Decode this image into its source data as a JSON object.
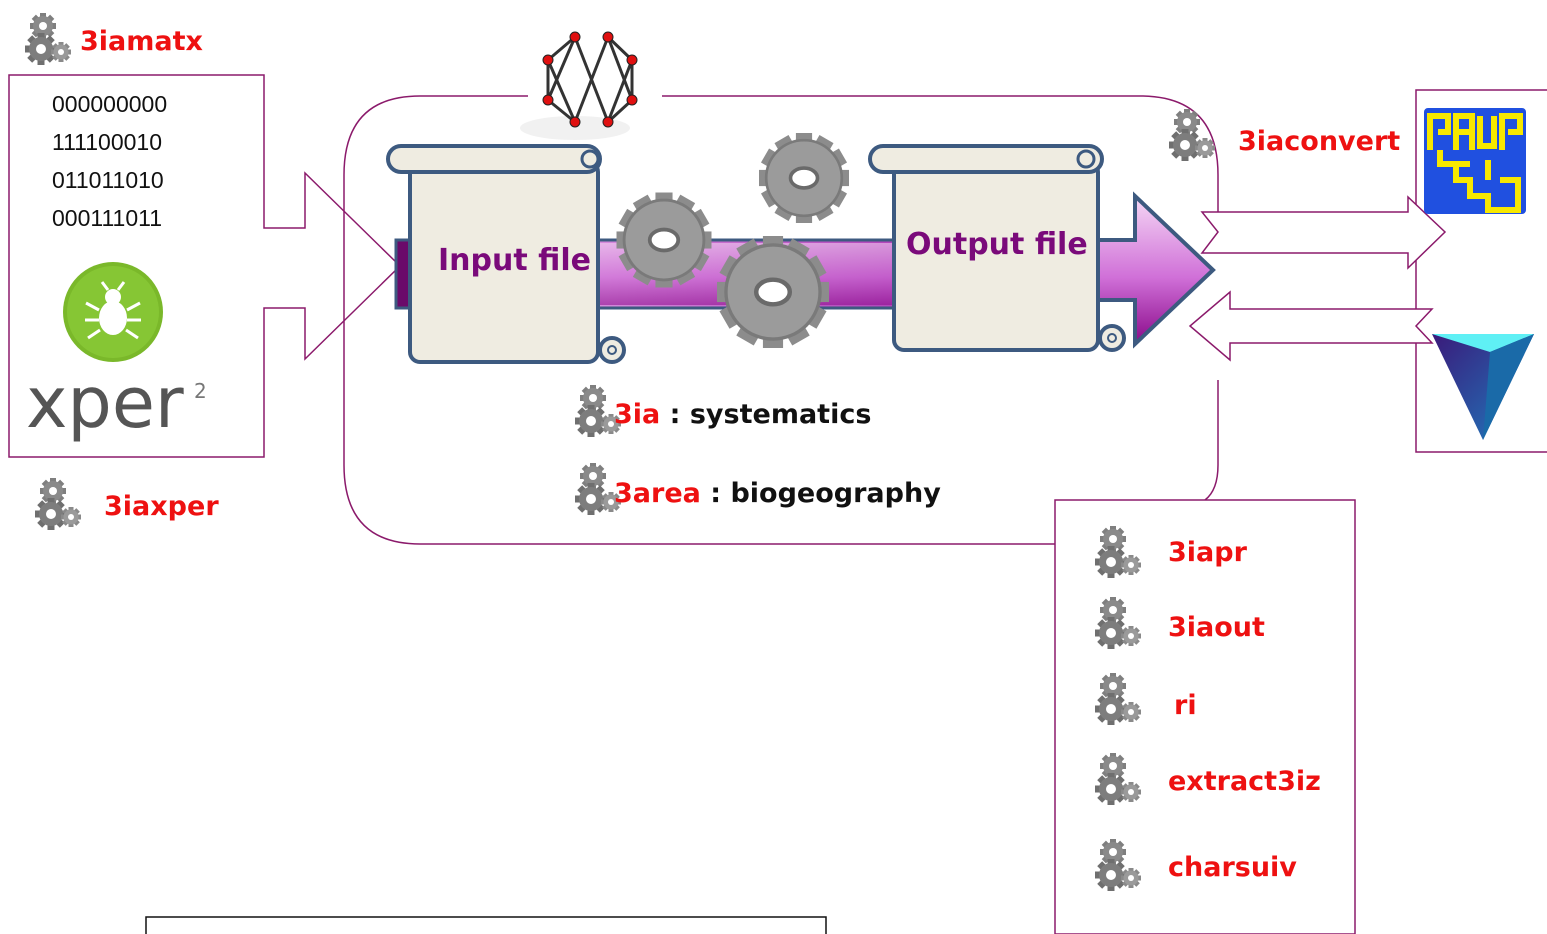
{
  "matrix": {
    "tool": "3iamatx",
    "rows": [
      "000000000",
      "111100010",
      "011011010",
      "000111011"
    ]
  },
  "xper": {
    "logo_text": "xper",
    "logo_sup": "2",
    "tool": "3iaxper"
  },
  "pipeline": {
    "input_label": "Input file",
    "output_label": "Output file"
  },
  "tools": {
    "systematics": {
      "name": "3ia",
      "desc": " : systematics"
    },
    "biogeography": {
      "name": "3area",
      "desc": " : biogeography"
    },
    "convert": "3iaconvert"
  },
  "utilities": [
    "3iapr",
    "3iaout",
    "ri",
    "extract3iz",
    "charsuiv"
  ],
  "colors": {
    "tool_name": "#ee1111",
    "file_label": "#7a0a7a",
    "frame": "#8b1a6b",
    "scroll_fill": "#efece1",
    "scroll_stroke": "#3d5a80",
    "gear": "#8f8f8f",
    "tree_top": "#5ff0f5",
    "tree_dark": "#3a1a7a",
    "tree_blue": "#1a6aa8",
    "paup_yellow": "#f7e800",
    "paup_blue": "#2050e0",
    "bug_green": "#7ab82a"
  },
  "icons": {
    "gear_cluster": "gear-cluster-icon",
    "network": "network-graph-icon",
    "paup": "paup-logo",
    "treeview": "treeview-logo",
    "bug": "bug-icon"
  }
}
